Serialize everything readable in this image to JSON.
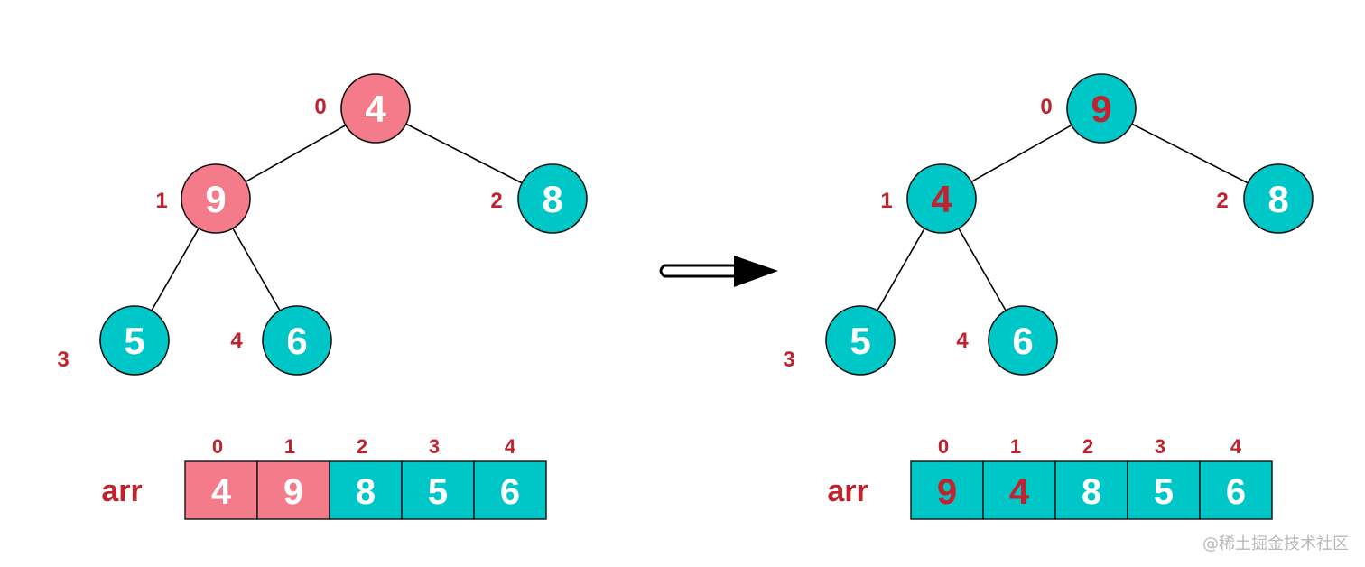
{
  "colors": {
    "pink": "#f47b8a",
    "teal": "#00c7c7",
    "label_red": "#c0232e",
    "value_white": "#ffffff",
    "value_red": "#c0232e",
    "edge": "#000000",
    "arrow": "#000000"
  },
  "diagrams": [
    {
      "id": "before",
      "nodes": [
        {
          "index": "0",
          "value": "4",
          "fill": "pink",
          "text": "white"
        },
        {
          "index": "1",
          "value": "9",
          "fill": "pink",
          "text": "white"
        },
        {
          "index": "2",
          "value": "8",
          "fill": "teal",
          "text": "white"
        },
        {
          "index": "3",
          "value": "5",
          "fill": "teal",
          "text": "white"
        },
        {
          "index": "4",
          "value": "6",
          "fill": "teal",
          "text": "white"
        }
      ],
      "edges": [
        [
          "0",
          "1"
        ],
        [
          "0",
          "2"
        ],
        [
          "1",
          "3"
        ],
        [
          "1",
          "4"
        ]
      ],
      "array": {
        "label": "arr",
        "cells": [
          {
            "index": "0",
            "value": "4",
            "fill": "pink",
            "text": "white"
          },
          {
            "index": "1",
            "value": "9",
            "fill": "pink",
            "text": "white"
          },
          {
            "index": "2",
            "value": "8",
            "fill": "teal",
            "text": "white"
          },
          {
            "index": "3",
            "value": "5",
            "fill": "teal",
            "text": "white"
          },
          {
            "index": "4",
            "value": "6",
            "fill": "teal",
            "text": "white"
          }
        ]
      }
    },
    {
      "id": "after",
      "nodes": [
        {
          "index": "0",
          "value": "9",
          "fill": "teal",
          "text": "red"
        },
        {
          "index": "1",
          "value": "4",
          "fill": "teal",
          "text": "red"
        },
        {
          "index": "2",
          "value": "8",
          "fill": "teal",
          "text": "white"
        },
        {
          "index": "3",
          "value": "5",
          "fill": "teal",
          "text": "white"
        },
        {
          "index": "4",
          "value": "6",
          "fill": "teal",
          "text": "white"
        }
      ],
      "edges": [
        [
          "0",
          "1"
        ],
        [
          "0",
          "2"
        ],
        [
          "1",
          "3"
        ],
        [
          "1",
          "4"
        ]
      ],
      "array": {
        "label": "arr",
        "cells": [
          {
            "index": "0",
            "value": "9",
            "fill": "teal",
            "text": "red"
          },
          {
            "index": "1",
            "value": "4",
            "fill": "teal",
            "text": "red"
          },
          {
            "index": "2",
            "value": "8",
            "fill": "teal",
            "text": "white"
          },
          {
            "index": "3",
            "value": "5",
            "fill": "teal",
            "text": "white"
          },
          {
            "index": "4",
            "value": "6",
            "fill": "teal",
            "text": "white"
          }
        ]
      }
    }
  ],
  "transition_arrow": "right-arrow-icon",
  "watermark": "@稀土掘金技术社区"
}
